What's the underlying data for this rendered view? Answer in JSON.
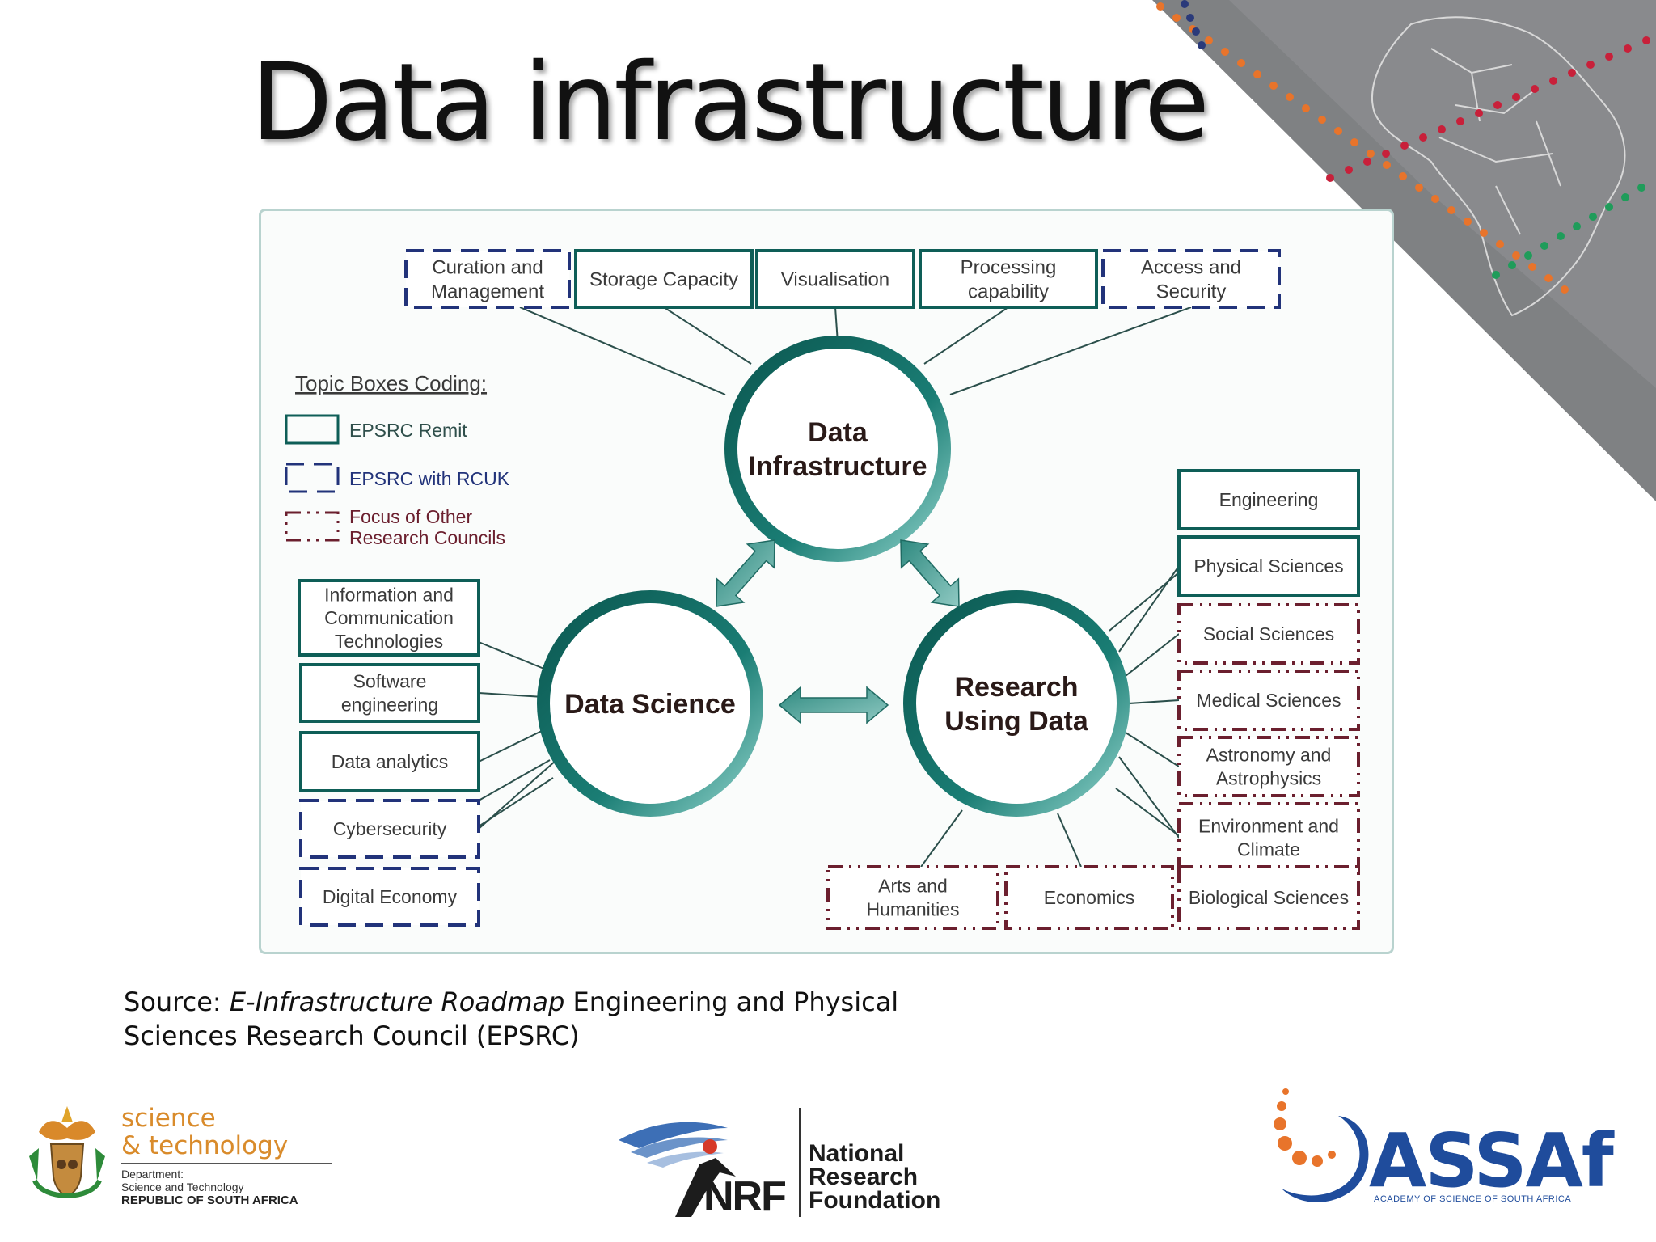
{
  "slide": {
    "title": "Data infrastructure",
    "source_prefix": "Source: ",
    "source_title": "E-Infrastructure Roadmap",
    "source_rest": " Engineering and Physical Sciences Research Council (EPSRC)"
  },
  "diagram": {
    "hubs": {
      "data_infrastructure": [
        "Data",
        "Infrastructure"
      ],
      "data_science": [
        "Data Science"
      ],
      "research_using_data": [
        "Research",
        "Using Data"
      ]
    },
    "legend": {
      "title": "Topic Boxes Coding:",
      "items": [
        {
          "lines": [
            "EPSRC Remit"
          ],
          "style": "solid"
        },
        {
          "lines": [
            "EPSRC with RCUK"
          ],
          "style": "dashed"
        },
        {
          "lines": [
            "Focus of Other",
            "Research Councils"
          ],
          "style": "dashdot"
        }
      ]
    },
    "top_boxes": [
      {
        "lines": [
          "Curation and",
          "Management"
        ],
        "style": "dashed"
      },
      {
        "lines": [
          "Storage Capacity"
        ],
        "style": "solid"
      },
      {
        "lines": [
          "Visualisation"
        ],
        "style": "solid"
      },
      {
        "lines": [
          "Processing",
          "capability"
        ],
        "style": "solid"
      },
      {
        "lines": [
          "Access and",
          "Security"
        ],
        "style": "dashed"
      }
    ],
    "left_boxes": [
      {
        "lines": [
          "Information and",
          "Communication",
          "Technologies"
        ],
        "style": "solid"
      },
      {
        "lines": [
          "Software",
          "engineering"
        ],
        "style": "solid"
      },
      {
        "lines": [
          "Data analytics"
        ],
        "style": "solid"
      },
      {
        "lines": [
          "Cybersecurity"
        ],
        "style": "dashed"
      },
      {
        "lines": [
          "Digital Economy"
        ],
        "style": "dashed"
      }
    ],
    "right_boxes": [
      {
        "lines": [
          "Engineering"
        ],
        "style": "solid"
      },
      {
        "lines": [
          "Physical Sciences"
        ],
        "style": "solid"
      },
      {
        "lines": [
          "Social Sciences"
        ],
        "style": "dashdot"
      },
      {
        "lines": [
          "Medical Sciences"
        ],
        "style": "dashdot"
      },
      {
        "lines": [
          "Astronomy and",
          "Astrophysics"
        ],
        "style": "dashdot"
      },
      {
        "lines": [
          "Environment and",
          "Climate"
        ],
        "style": "dashdot"
      }
    ],
    "bottom_boxes": [
      {
        "lines": [
          "Arts and",
          "Humanities"
        ],
        "style": "dashdot"
      },
      {
        "lines": [
          "Economics"
        ],
        "style": "dashdot"
      },
      {
        "lines": [
          "Biological Sciences"
        ],
        "style": "dashdot"
      }
    ]
  },
  "logos": {
    "dst": {
      "line1": "science",
      "line2": "& technology",
      "dept1": "Department:",
      "dept2": "Science and Technology",
      "country": "REPUBLIC OF SOUTH AFRICA"
    },
    "nrf": {
      "abbr": "NRF",
      "name": [
        "National",
        "Research",
        "Foundation"
      ]
    },
    "assaf": {
      "name": "ASSAf",
      "tagline": "ACADEMY OF SCIENCE OF SOUTH AFRICA"
    }
  },
  "colors": {
    "teal_dark": "#0e5e57",
    "teal_light": "#7fcac2",
    "rcuk_blue": "#22337a",
    "other_councils": "#6b1f2e",
    "corner_gray": "#808285",
    "dot_orange": "#e8742b",
    "dot_red": "#c8203a",
    "dot_green": "#1f9c5a",
    "dot_navy": "#2a3a7a"
  }
}
